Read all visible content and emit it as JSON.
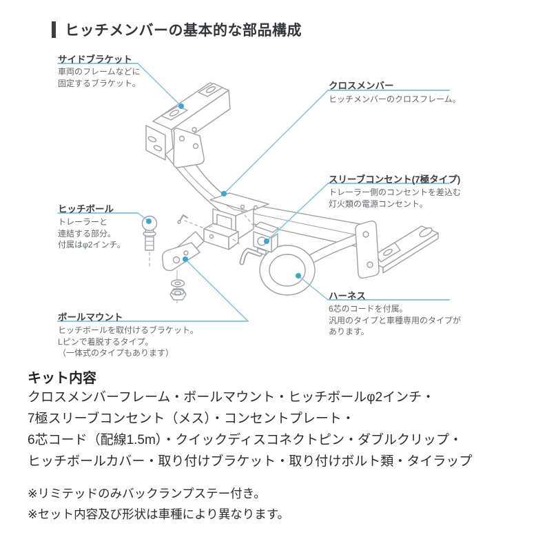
{
  "title": "ヒッチメンバーの基本的な部品構成",
  "colors": {
    "accent_leader": "#8cc6dc",
    "callout_dot": "#3fa5c9",
    "drawing_line": "#9aa0a6",
    "title_bar": "#3a3d40"
  },
  "labels": [
    {
      "id": "side-bracket",
      "title": "サイドブラケット",
      "desc": "車両のフレームなどに\n固定するブラケット。"
    },
    {
      "id": "cross-member",
      "title": "クロスメンバー",
      "desc": "ヒッチメンバーのクロスフレーム。"
    },
    {
      "id": "sleeve-outlet",
      "title": "スリーブコンセント(7極タイプ)",
      "desc": "トレーラー側のコンセントを差込む\n灯火類の電源コンセント。"
    },
    {
      "id": "hitch-ball",
      "title": "ヒッチボール",
      "desc": "トレーラーと\n連結する部分。\n付属はφ2インチ。"
    },
    {
      "id": "harness",
      "title": "ハーネス",
      "desc": "6芯のコードを付属。\n汎用のタイプと車種専用のタイプが\nあります。"
    },
    {
      "id": "ball-mount",
      "title": "ボールマウント",
      "desc": "ヒッチボールを取付けるブラケット。\nLピンで着脱するタイプ。\n（一体式のタイプもあります）"
    }
  ],
  "kit": {
    "heading": "キット内容",
    "lines": [
      "クロスメンバーフレーム・ボールマウント・ヒッチボールφ2インチ・",
      "7極スリーブコンセント（メス）・コンセントプレート・",
      "6芯コード（配線1.5m）・クイックディスコネクトピン・ダブルクリップ・",
      "ヒッチボールカバー・取り付けブラケット・取り付けボルト類・タイラップ"
    ]
  },
  "notes": [
    "※リミテッドのみバックランプステー付き。",
    "※セット内容及び形状は車種により異なります。"
  ]
}
